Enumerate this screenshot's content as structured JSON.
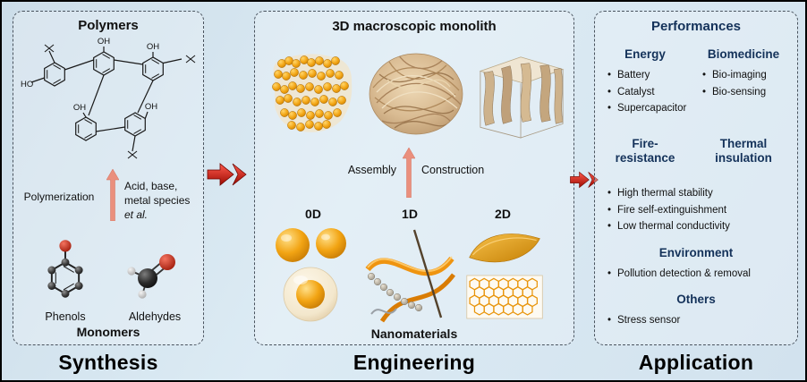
{
  "colors": {
    "background": "#d7e6f1",
    "flow_arrow_red": "#d61c10",
    "process_arrow_salmon": "#ea8f7d",
    "heading_navy": "#14325a",
    "nanomaterial_orange": "#f2a413",
    "fiber_tan": "#d9bb92"
  },
  "synthesis": {
    "section_label": "Synthesis",
    "polymers_title": "Polymers",
    "structure": {
      "oh": "OH",
      "ho": "HO"
    },
    "polymerization_label": "Polymerization",
    "conditions": [
      "Acid, base,",
      "metal species",
      "et al."
    ],
    "phenols_label": "Phenols",
    "aldehydes_label": "Aldehydes",
    "monomers_label": "Monomers"
  },
  "engineering": {
    "section_label": "Engineering",
    "title": "3D macroscopic monolith",
    "assembly_label": "Assembly",
    "construction_label": "Construction",
    "dim_labels": [
      "0D",
      "1D",
      "2D"
    ],
    "nanomaterials_label": "Nanomaterials"
  },
  "application": {
    "section_label": "Application",
    "title": "Performances",
    "energy": {
      "heading": "Energy",
      "items": [
        "Battery",
        "Catalyst",
        "Supercapacitor"
      ]
    },
    "biomedicine": {
      "heading": "Biomedicine",
      "items": [
        "Bio-imaging",
        "Bio-sensing"
      ]
    },
    "fire_resistance": {
      "heading_line1": "Fire-",
      "heading_line2": "resistance"
    },
    "thermal_insulation": {
      "heading_line1": "Thermal",
      "heading_line2": "insulation"
    },
    "fire_thermal_items": [
      "High thermal stability",
      "Fire self-extinguishment",
      "Low thermal conductivity"
    ],
    "environment": {
      "heading": "Environment",
      "items": [
        "Pollution detection & removal"
      ]
    },
    "others": {
      "heading": "Others",
      "items": [
        "Stress sensor"
      ]
    }
  }
}
